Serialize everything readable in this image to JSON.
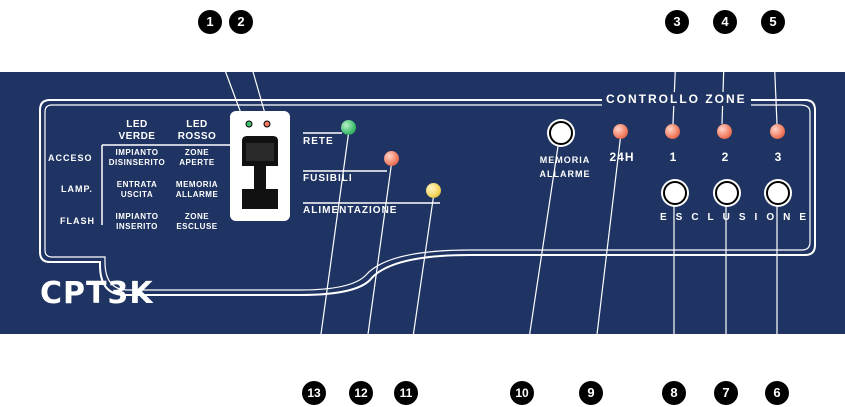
{
  "panel": {
    "title": "CONTROLLO ZONE",
    "logo": "CPT3K"
  },
  "legend": {
    "col_green": [
      "LED",
      "VERDE"
    ],
    "col_red": [
      "LED",
      "ROSSO"
    ],
    "rows": [
      {
        "label": "ACCESO",
        "green": [
          "IMPIANTO",
          "DISINSERITO"
        ],
        "red": [
          "ZONE",
          "APERTE"
        ]
      },
      {
        "label": "LAMP.",
        "green": [
          "ENTRATA",
          "USCITA"
        ],
        "red": [
          "MEMORIA",
          "ALLARME"
        ]
      },
      {
        "label": "FLASH",
        "green": [
          "IMPIANTO",
          "INSERITO"
        ],
        "red": [
          "ZONE",
          "ESCLUSE"
        ]
      }
    ]
  },
  "status": {
    "rete": "RETE",
    "fusibili": "FUSIBILI",
    "alimentazione": "ALIMENTAZIONE"
  },
  "controls": {
    "memoria_allarme": [
      "MEMORIA",
      "ALLARME"
    ],
    "h24": "24H",
    "zone_labels": [
      "1",
      "2",
      "3"
    ],
    "esclusione": "ESCLUSIONE"
  },
  "callouts": {
    "top": [
      "1",
      "2",
      "3",
      "4",
      "5"
    ],
    "bottom": [
      "13",
      "12",
      "11",
      "10",
      "9",
      "8",
      "7",
      "6"
    ]
  },
  "colors": {
    "panel": "#1f3463",
    "led_green": "#3fbf6f",
    "led_red": "#f07a5e",
    "led_yellow": "#f2d35a"
  }
}
